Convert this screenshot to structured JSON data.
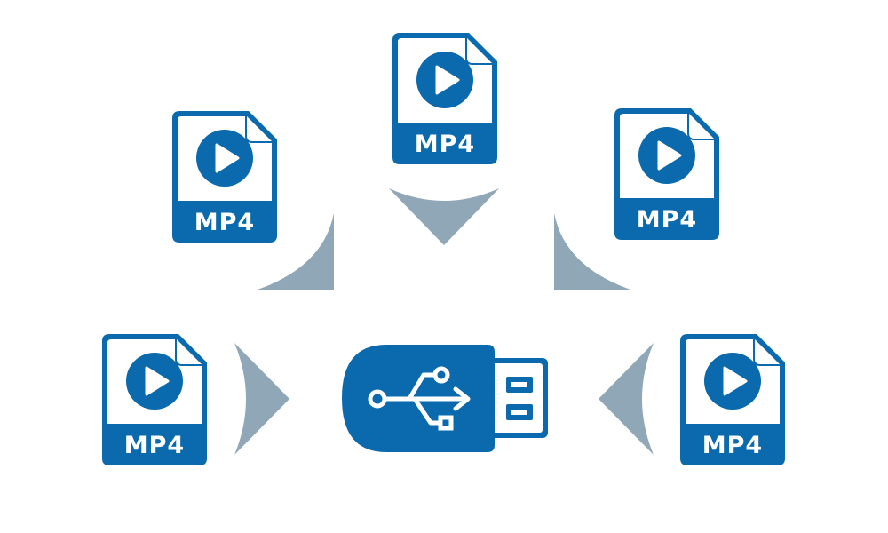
{
  "diagram": {
    "files": [
      {
        "id": "top",
        "label": "MP4",
        "icon": "video-file-icon"
      },
      {
        "id": "upper-left",
        "label": "MP4",
        "icon": "video-file-icon"
      },
      {
        "id": "upper-right",
        "label": "MP4",
        "icon": "video-file-icon"
      },
      {
        "id": "lower-left",
        "label": "MP4",
        "icon": "video-file-icon"
      },
      {
        "id": "lower-right",
        "label": "MP4",
        "icon": "video-file-icon"
      }
    ],
    "target": {
      "icon": "usb-flash-drive-icon"
    },
    "arrow_icon": "chevron-arrow-icon",
    "colors": {
      "primary": "#0a6aad",
      "arrow": "#8fa7b7",
      "background": "#ffffff"
    }
  }
}
